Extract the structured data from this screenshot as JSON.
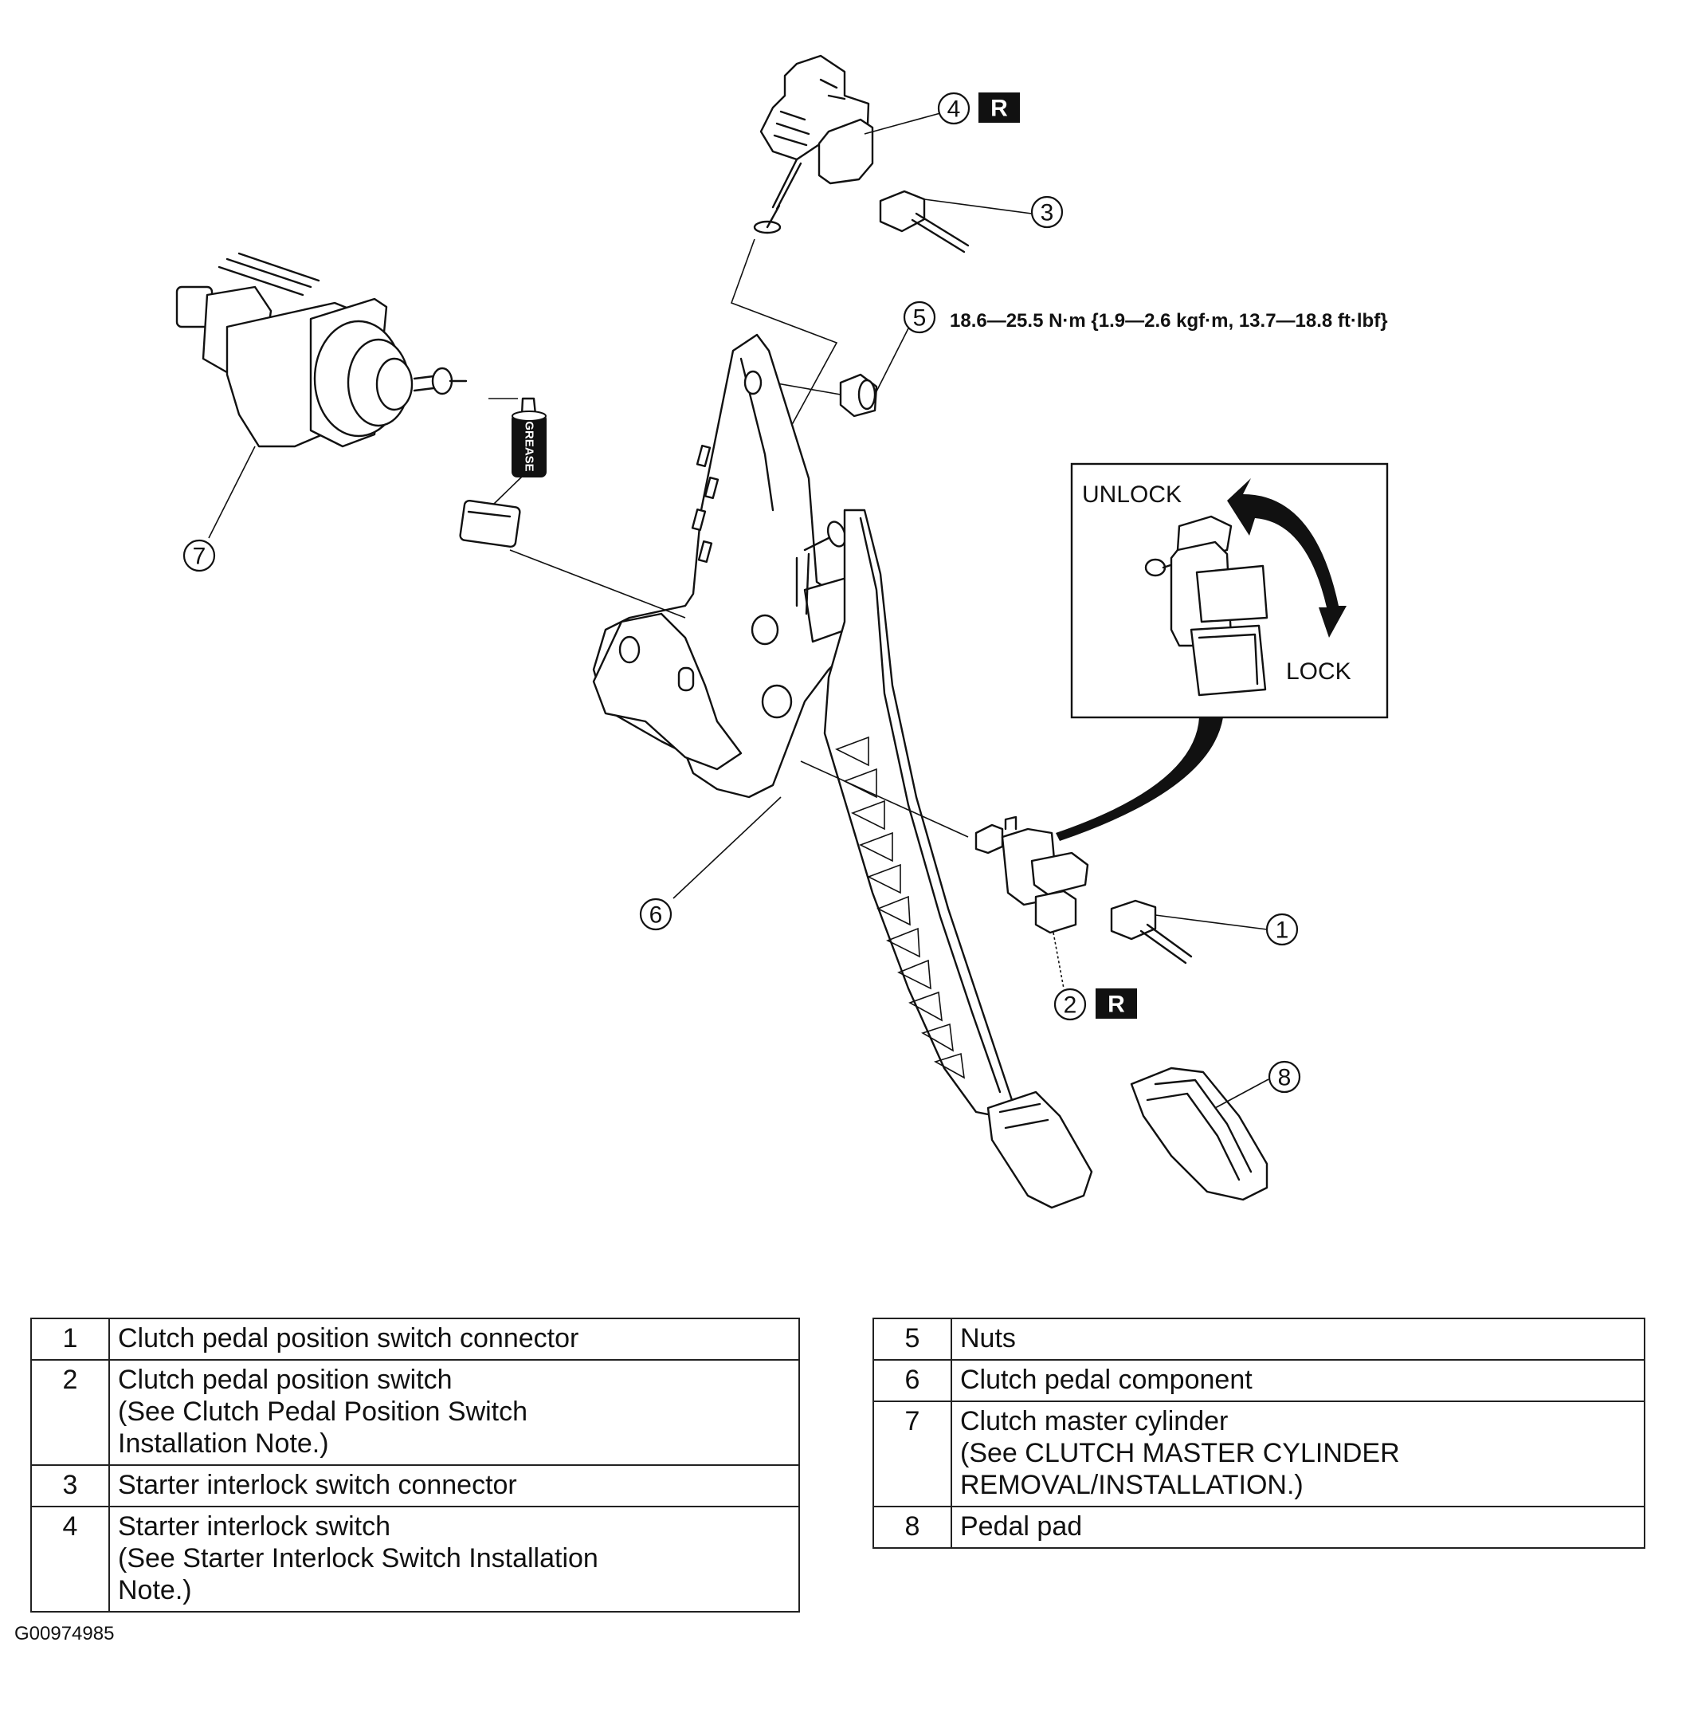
{
  "callouts": {
    "c1": "1",
    "c2": "2",
    "c3": "3",
    "c4": "4",
    "c5": "5",
    "c6": "6",
    "c7": "7",
    "c8": "8"
  },
  "replace_mark": "R",
  "torque_spec": "18.6—25.5 N·m {1.9—2.6 kgf·m, 13.7—18.8 ft·lbf}",
  "grease_label": "GREASE",
  "inset": {
    "unlock": "UNLOCK",
    "lock": "LOCK"
  },
  "parts_left": [
    {
      "num": "1",
      "lines": [
        "Clutch pedal position switch connector"
      ]
    },
    {
      "num": "2",
      "lines": [
        "Clutch pedal position switch",
        "(See Clutch Pedal Position Switch",
        "Installation Note.)"
      ]
    },
    {
      "num": "3",
      "lines": [
        "Starter interlock switch connector"
      ]
    },
    {
      "num": "4",
      "lines": [
        "Starter interlock switch",
        "(See Starter Interlock Switch Installation",
        "Note.)"
      ]
    }
  ],
  "parts_right": [
    {
      "num": "5",
      "lines": [
        "Nuts"
      ]
    },
    {
      "num": "6",
      "lines": [
        "Clutch pedal component"
      ]
    },
    {
      "num": "7",
      "lines": [
        "Clutch master cylinder",
        "(See CLUTCH MASTER CYLINDER",
        "REMOVAL/INSTALLATION.)"
      ]
    },
    {
      "num": "8",
      "lines": [
        "Pedal pad"
      ]
    }
  ],
  "figure_id": "G00974985"
}
